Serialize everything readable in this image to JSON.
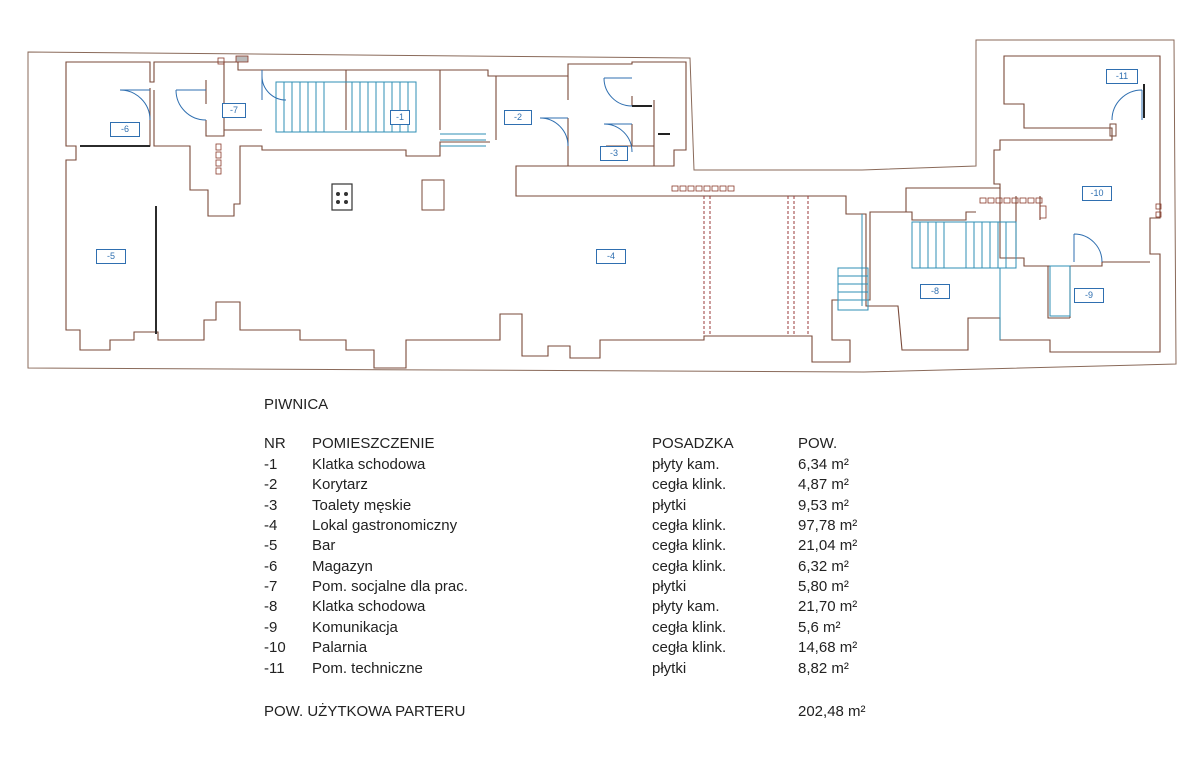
{
  "rooms": {
    "r1": "-1",
    "r2": "-2",
    "r3": "-3",
    "r4": "-4",
    "r5": "-5",
    "r6": "-6",
    "r7": "-7",
    "r8": "-8",
    "r9": "-9",
    "r10": "-10",
    "r11": "-11"
  },
  "legend": {
    "title": "PIWNICA",
    "headers": {
      "nr": "NR",
      "room": "POMIESZCZENIE",
      "floor": "POSADZKA",
      "area": "POW."
    },
    "rows": [
      {
        "nr": "-1",
        "name": "Klatka schodowa",
        "floor": "płyty kam.",
        "area": "6,34 m²"
      },
      {
        "nr": "-2",
        "name": "Korytarz",
        "floor": "cegła klink.",
        "area": "4,87 m²"
      },
      {
        "nr": "-3",
        "name": "Toalety męskie",
        "floor": "płytki",
        "area": "9,53 m²"
      },
      {
        "nr": "-4",
        "name": "Lokal gastronomiczny",
        "floor": "cegła klink.",
        "area": "97,78 m²"
      },
      {
        "nr": "-5",
        "name": "Bar",
        "floor": "cegła klink.",
        "area": "21,04 m²"
      },
      {
        "nr": "-6",
        "name": "Magazyn",
        "floor": "cegła klink.",
        "area": "6,32 m²"
      },
      {
        "nr": "-7",
        "name": "Pom. socjalne dla prac.",
        "floor": "płytki",
        "area": "5,80 m²"
      },
      {
        "nr": "-8",
        "name": "Klatka schodowa",
        "floor": "płyty kam.",
        "area": "21,70 m²"
      },
      {
        "nr": "-9",
        "name": "Komunikacja",
        "floor": "cegła klink.",
        "area": "5,6 m²"
      },
      {
        "nr": "-10",
        "name": "Palarnia",
        "floor": "cegła klink.",
        "area": "14,68 m²"
      },
      {
        "nr": "-11",
        "name": "Pom. techniczne",
        "floor": "płytki",
        "area": "8,82 m²"
      }
    ],
    "total_label": "POW. UŻYTKOWA PARTERU",
    "total_value": "202,48 m²"
  },
  "colors": {
    "wall": "#7a4a3a",
    "door": "#2f6fb0",
    "stairs": "#2f8fb5",
    "outline": "#8a6a5a"
  }
}
